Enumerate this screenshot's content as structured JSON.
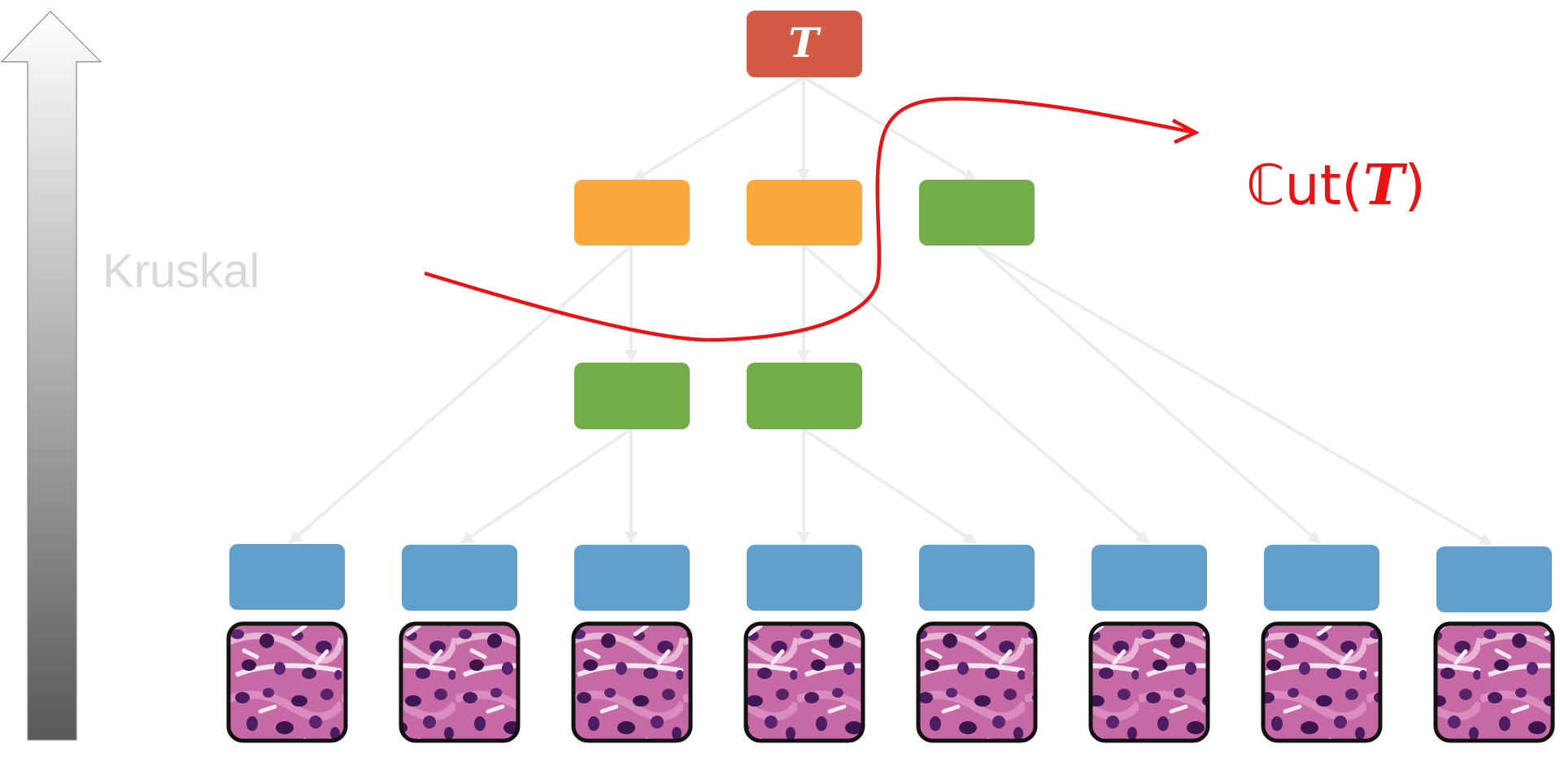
{
  "axis": {
    "label": "Kruskal"
  },
  "root": {
    "label": "T",
    "color": "#d35a43"
  },
  "cut_label": {
    "prefix": "ℂut(",
    "symbol": "T",
    "suffix": ")",
    "color": "#ee1111"
  },
  "colors": {
    "orange": "#fba83d",
    "green": "#71ae48",
    "blue": "#62a0cc",
    "edge": "#ececec",
    "cut_curve": "#ee1111",
    "arrow_gradient_top": "#ffffff",
    "arrow_gradient_bottom": "#595959"
  },
  "level1_nodes": [
    {
      "id": "n1a",
      "kind": "orange"
    },
    {
      "id": "n1b",
      "kind": "orange"
    },
    {
      "id": "n1c",
      "kind": "green"
    }
  ],
  "level2_nodes": [
    {
      "id": "n2a",
      "kind": "green"
    },
    {
      "id": "n2b",
      "kind": "green"
    }
  ],
  "leaf_nodes": [
    {
      "id": "leaf1",
      "kind": "blue",
      "patch": "tissue-patch"
    },
    {
      "id": "leaf2",
      "kind": "blue",
      "patch": "tissue-patch"
    },
    {
      "id": "leaf3",
      "kind": "blue",
      "patch": "tissue-patch"
    },
    {
      "id": "leaf4",
      "kind": "blue",
      "patch": "tissue-patch"
    },
    {
      "id": "leaf5",
      "kind": "blue",
      "patch": "tissue-patch"
    },
    {
      "id": "leaf6",
      "kind": "blue",
      "patch": "tissue-patch"
    },
    {
      "id": "leaf7",
      "kind": "blue",
      "patch": "tissue-patch"
    },
    {
      "id": "leaf8",
      "kind": "blue",
      "patch": "tissue-patch"
    }
  ]
}
